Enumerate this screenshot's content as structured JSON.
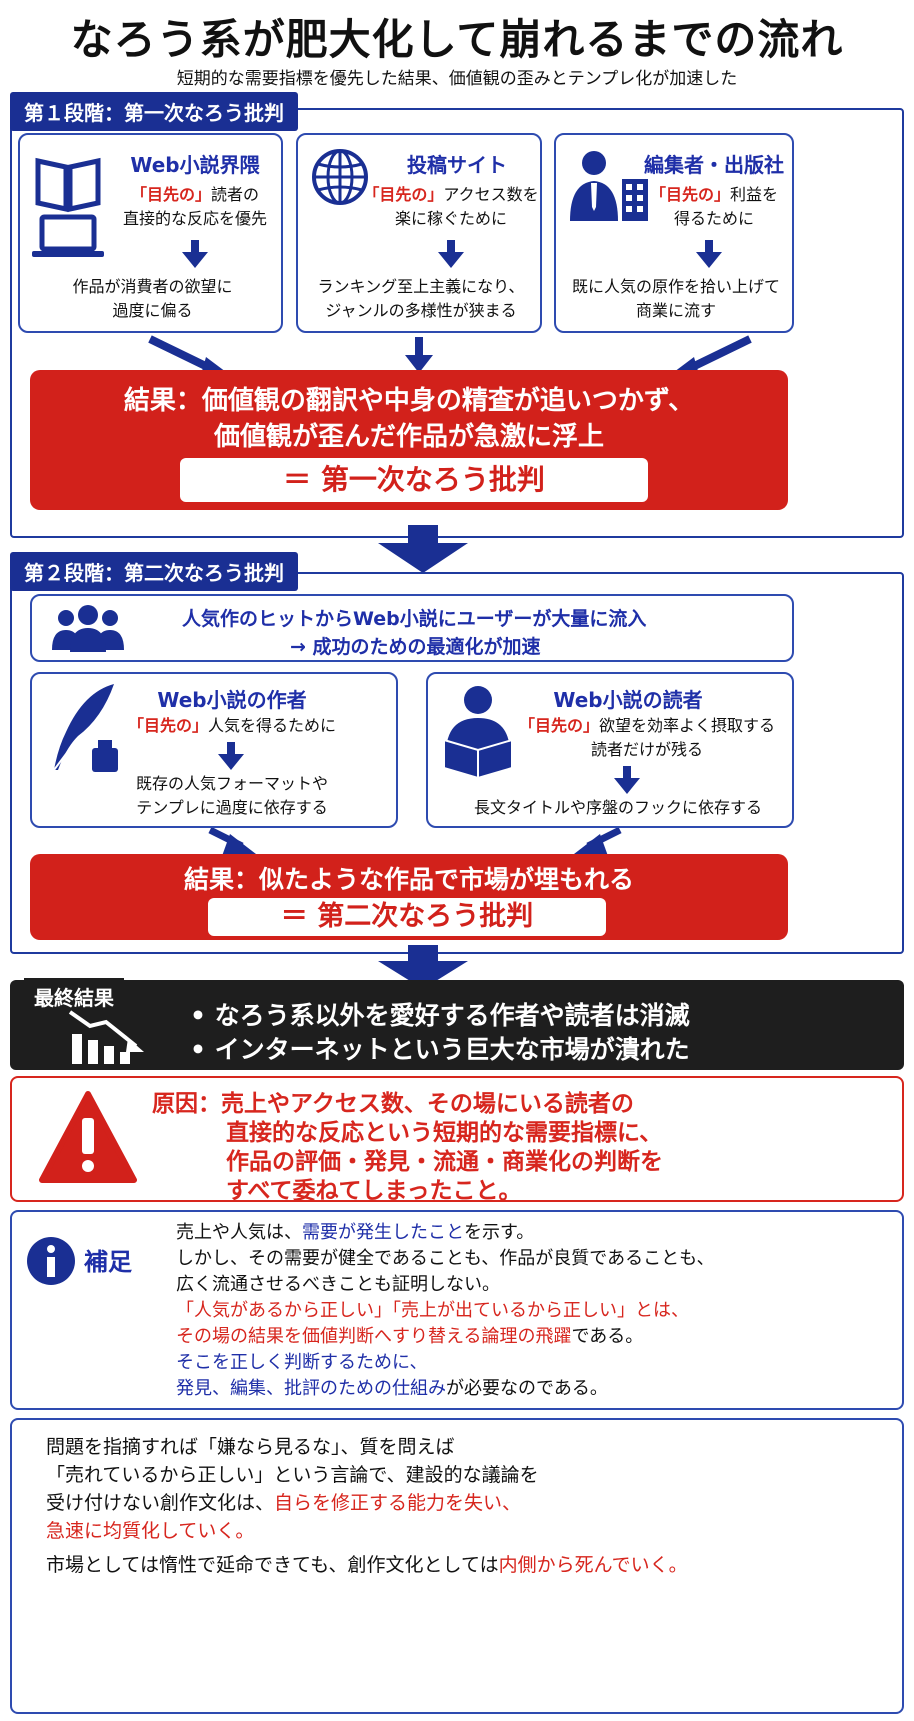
{
  "title": "なろう系が肥大化して崩れるまでの流れ",
  "subtitle": "短期的な需要指標を優先した結果、価値観の歪みとテンプレ化が加速した",
  "stage1": {
    "label": "第１段階：第一次なろう批判",
    "cards": [
      {
        "title": "Web小説界隈",
        "red": "「目先の」",
        "line1": "読者の",
        "line2": "直接的な反応を優先",
        "out1": "作品が消費者の欲望に",
        "out2": "過度に偏る"
      },
      {
        "title": "投稿サイト",
        "red": "「目先の」",
        "line1": "アクセス数を",
        "line2": "楽に稼ぐために",
        "out1": "ランキング至上主義になり、",
        "out2": "ジャンルの多様性が狭まる"
      },
      {
        "title": "編集者・出版社",
        "red": "「目先の」",
        "line1": "利益を",
        "line2": "得るために",
        "out1": "既に人気の原作を拾い上げて",
        "out2": "商業に流す"
      }
    ],
    "result1": "結果：価値観の翻訳や中身の精査が追いつかず、",
    "result2": "価値観が歪んだ作品が急激に浮上",
    "result_box": "＝ 第一次なろう批判"
  },
  "stage2": {
    "label": "第２段階：第二次なろう批判",
    "influx1": "人気作のヒットからWeb小説にユーザーが大量に流入",
    "influx2": "→  成功のための最適化が加速",
    "author": {
      "title": "Web小説の作者",
      "red": "「目先の」",
      "line1": "人気を得るために",
      "out1": "既存の人気フォーマットや",
      "out2": "テンプレに過度に依存する"
    },
    "reader": {
      "title": "Web小説の読者",
      "red": "「目先の」",
      "line1": "欲望を効率よく摂取する",
      "line2": "読者だけが残る",
      "out1": "長文タイトルや序盤のフックに依存する"
    },
    "result1": "結果：似たような作品で市場が埋もれる",
    "result_box": "＝ 第二次なろう批判"
  },
  "final": {
    "label": "最終結果",
    "bullet1": "•  なろう系以外を愛好する作者や読者は消滅",
    "bullet2": "•  インターネットという巨大な市場が潰れた"
  },
  "cause": {
    "lines": [
      "原因：売上やアクセス数、その場にいる読者の",
      "直接的な反応という短期的な需要指標に、",
      "作品の評価・発見・流通・商業化の判断を",
      "すべて委ねてしまったこと。"
    ]
  },
  "note": {
    "label": "補足",
    "l1a": "売上や人気は、",
    "l1b": "需要が発生したこと",
    "l1c": "を示す。",
    "l2": "しかし、その需要が健全であることも、作品が良質であることも、",
    "l3": "広く流通させるべきことも証明しない。",
    "l4": "「人気があるから正しい」「売上が出ているから正しい」とは、",
    "l5a": "その場の結果を価値判断へすり替える論理の飛躍",
    "l5b": "である。",
    "l6": "そこを正しく判断するために、",
    "l7a": "発見、編集、批評のための仕組み",
    "l7b": "が必要なのである。"
  },
  "closing": {
    "l1": "問題を指摘すれば「嫌なら見るな」、質を問えば",
    "l2": "「売れているから正しい」という言論で、建設的な議論を",
    "l3a": "受け付けない創作文化は、",
    "l3b": "自らを修正する能力を失い、",
    "l4": "急速に均質化していく。",
    "l5a": "市場としては惰性で延命できても、創作文化としては",
    "l5b": "内側から死んでいく。"
  },
  "colors": {
    "navy": "#1a2f93",
    "red": "#d2211b",
    "dark": "#1e1e1e"
  }
}
